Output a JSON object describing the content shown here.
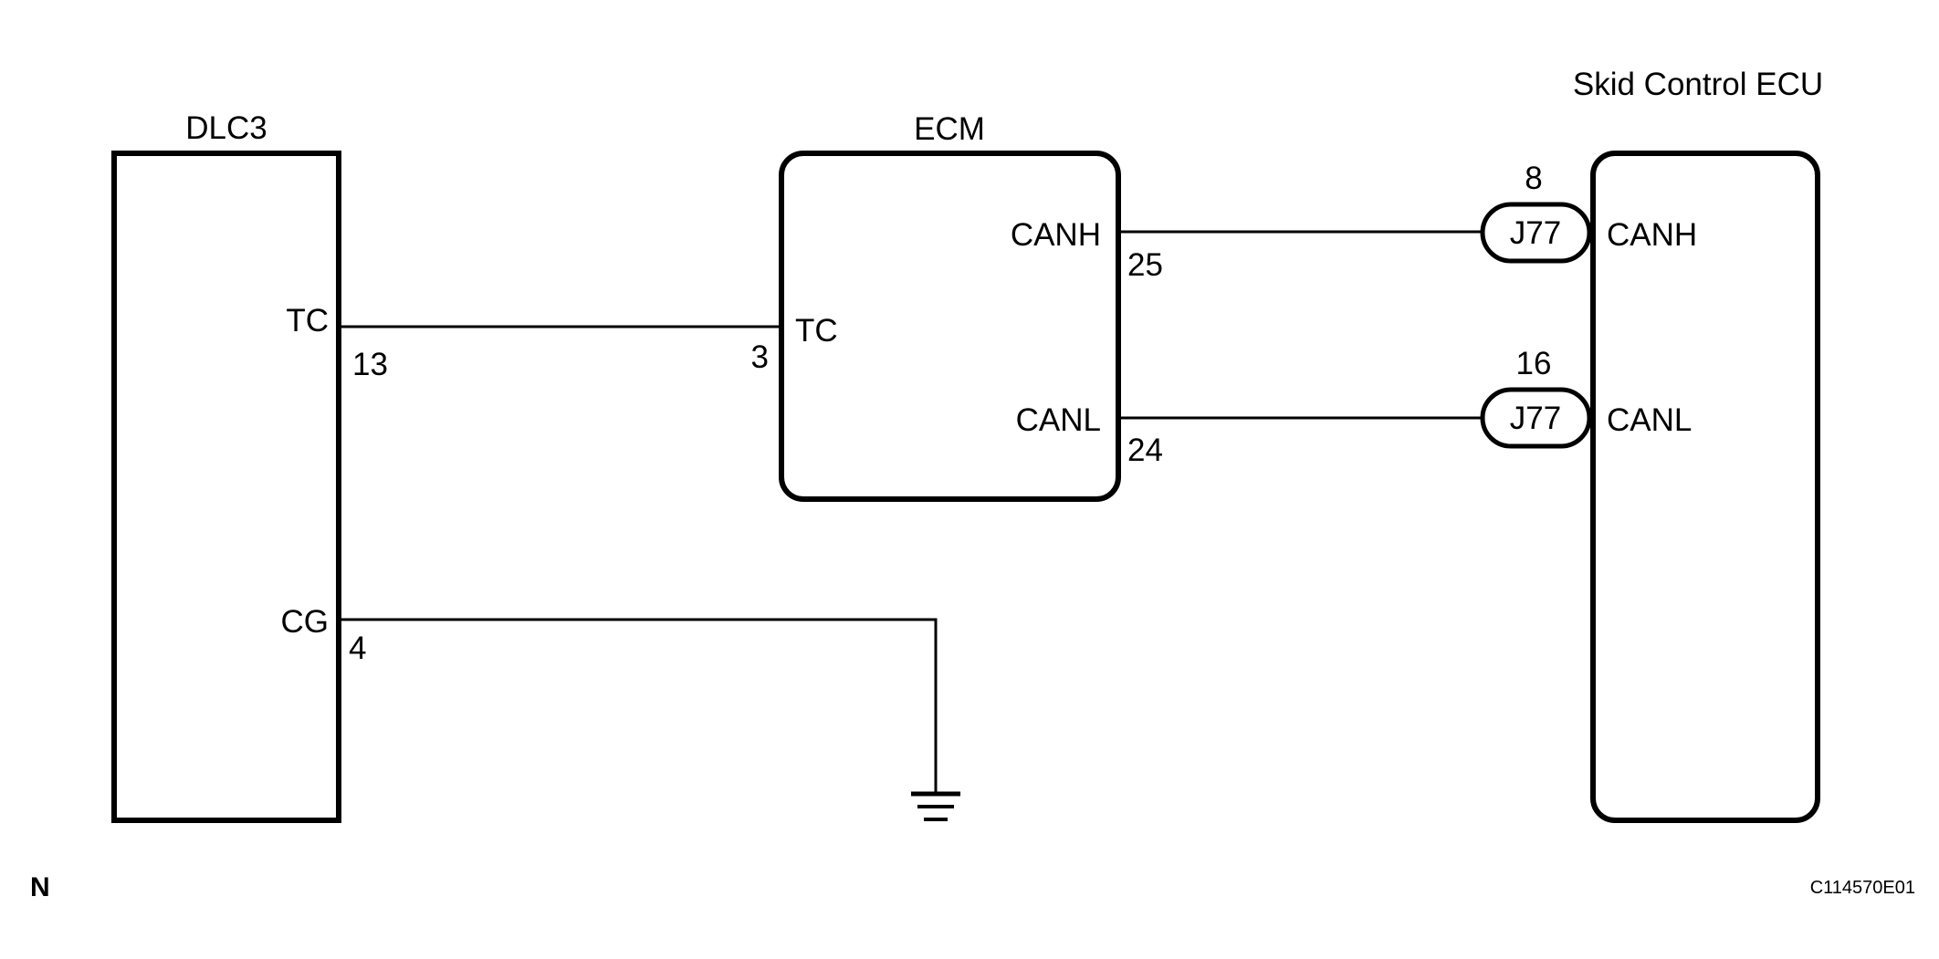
{
  "components": {
    "dlc3": {
      "title": "DLC3",
      "pin_tc": "TC",
      "pin_tc_num": "13",
      "pin_cg": "CG",
      "pin_cg_num": "4"
    },
    "ecm": {
      "title": "ECM",
      "pin_tc": "TC",
      "pin_tc_num": "3",
      "pin_canh": "CANH",
      "pin_canh_num": "25",
      "pin_canl": "CANL",
      "pin_canl_num": "24"
    },
    "skid": {
      "title": "Skid Control ECU",
      "pin_canh": "CANH",
      "pin_canh_num": "8",
      "pin_canl": "CANL",
      "pin_canl_num": "16"
    }
  },
  "connectors": [
    {
      "label": "J77"
    },
    {
      "label": "J77"
    }
  ],
  "footer": {
    "left_mark": "N",
    "figure_id": "C114570E01"
  }
}
